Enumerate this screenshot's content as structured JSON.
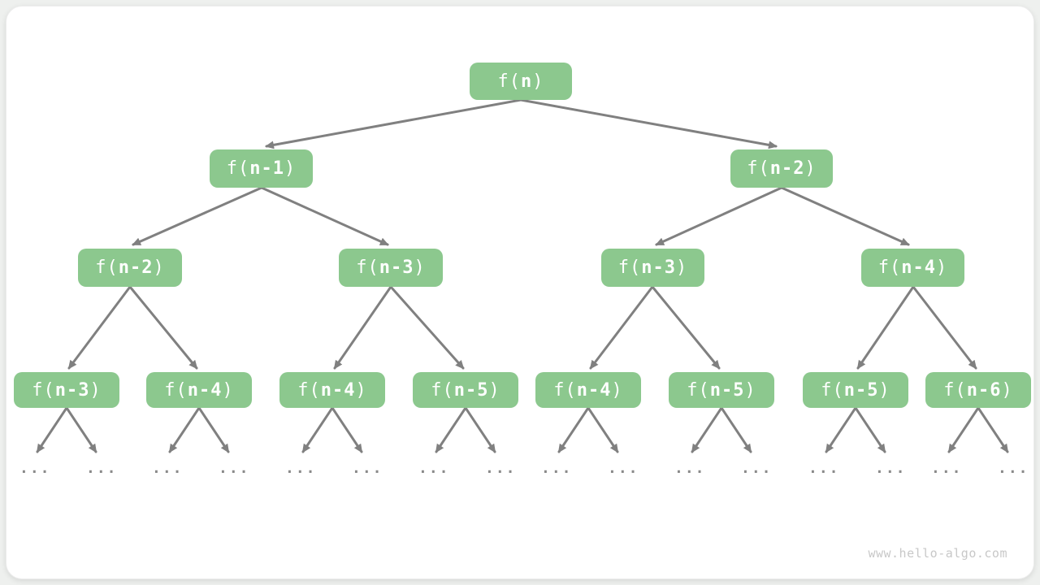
{
  "page": {
    "watermark": "www.hello-algo.com"
  },
  "colors": {
    "node_fill": "#8cc88e",
    "node_text": "#ffffff",
    "edge_gray": "#808080",
    "dots_gray": "#8a8a8a",
    "watermark_gray": "#c8c8c8",
    "card_bg": "#ffffff"
  },
  "tree": {
    "description": "recursion-tree-of-fibonacci-f(n)",
    "ellipsis": "...",
    "levels": [
      {
        "nodes": [
          {
            "pre": "f(",
            "mid": "n",
            "post": ")"
          }
        ]
      },
      {
        "nodes": [
          {
            "pre": "f(",
            "mid": "n-1",
            "post": ")"
          },
          {
            "pre": "f(",
            "mid": "n-2",
            "post": ")"
          }
        ]
      },
      {
        "nodes": [
          {
            "pre": "f(",
            "mid": "n-2",
            "post": ")"
          },
          {
            "pre": "f(",
            "mid": "n-3",
            "post": ")"
          },
          {
            "pre": "f(",
            "mid": "n-3",
            "post": ")"
          },
          {
            "pre": "f(",
            "mid": "n-4",
            "post": ")"
          }
        ]
      },
      {
        "nodes": [
          {
            "pre": "f(",
            "mid": "n-3",
            "post": ")"
          },
          {
            "pre": "f(",
            "mid": "n-4",
            "post": ")"
          },
          {
            "pre": "f(",
            "mid": "n-4",
            "post": ")"
          },
          {
            "pre": "f(",
            "mid": "n-5",
            "post": ")"
          },
          {
            "pre": "f(",
            "mid": "n-4",
            "post": ")"
          },
          {
            "pre": "f(",
            "mid": "n-5",
            "post": ")"
          },
          {
            "pre": "f(",
            "mid": "n-5",
            "post": ")"
          },
          {
            "pre": "f(",
            "mid": "n-6",
            "post": ")"
          }
        ]
      }
    ]
  }
}
